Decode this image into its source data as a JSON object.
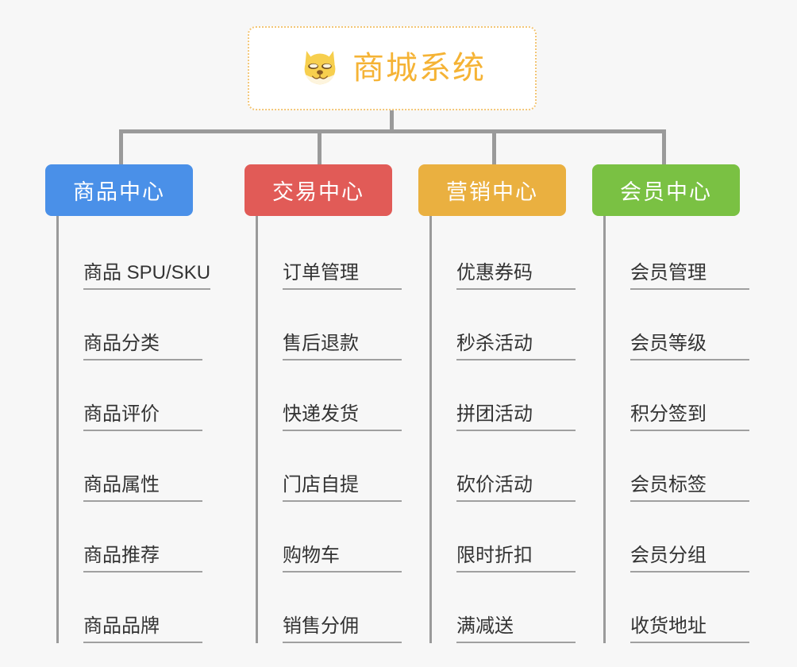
{
  "page": {
    "background_color": "#f7f7f7",
    "type": "organization-mindmap"
  },
  "root": {
    "title": "商城系统",
    "icon": "shiba-dog-face-icon",
    "text_color": "#f5b335",
    "border_color": "#f3c677",
    "background_color": "#ffffff"
  },
  "columns": [
    {
      "header": "商品中心",
      "color": "#4a90e8",
      "items": [
        "商品 SPU/SKU",
        "商品分类",
        "商品评价",
        "商品属性",
        "商品推荐",
        "商品品牌"
      ]
    },
    {
      "header": "交易中心",
      "color": "#e15b57",
      "items": [
        "订单管理",
        "售后退款",
        "快递发货",
        "门店自提",
        "购物车",
        "销售分佣"
      ]
    },
    {
      "header": "营销中心",
      "color": "#eab040",
      "items": [
        "优惠券码",
        "秒杀活动",
        "拼团活动",
        "砍价活动",
        "限时折扣",
        "满减送"
      ]
    },
    {
      "header": "会员中心",
      "color": "#7ac143",
      "items": [
        "会员管理",
        "会员等级",
        "积分签到",
        "会员标签",
        "会员分组",
        "收货地址"
      ]
    }
  ],
  "connectors": {
    "line_color": "#9a9a9a",
    "leaf_underline_color": "#a0a0a0"
  }
}
